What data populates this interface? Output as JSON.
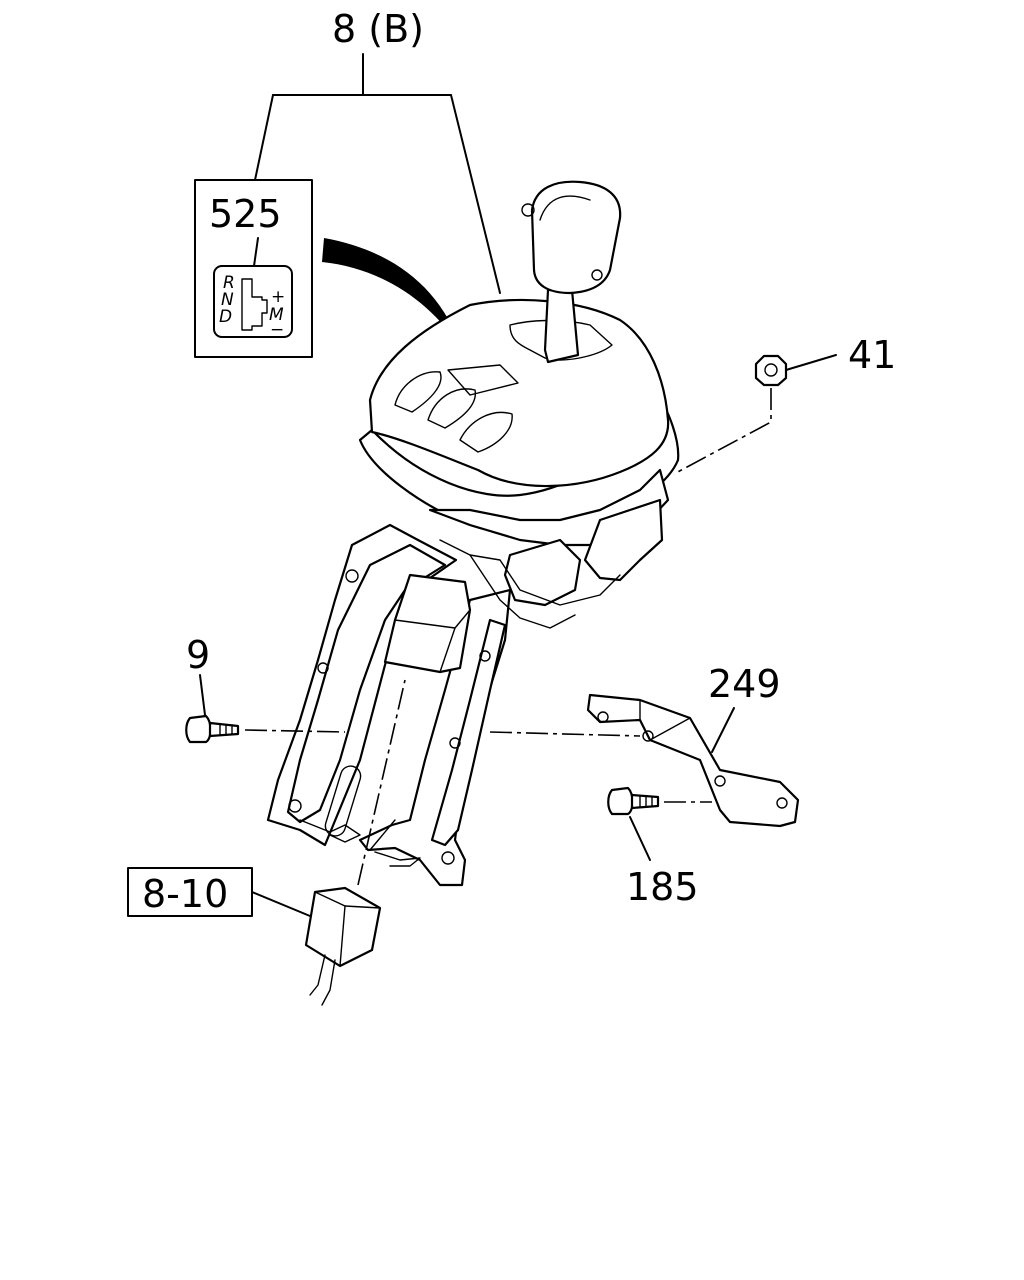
{
  "callouts": {
    "assembly": "8 (B)",
    "indicator_plate": "525",
    "nut": "41",
    "bolt_left": "9",
    "bracket": "249",
    "bolt_right": "185",
    "sub_ref": "8-10"
  },
  "indicator_plate_legend": {
    "r": "R",
    "n": "N",
    "d": "D",
    "plus": "+",
    "m": "M",
    "minus": "−"
  }
}
